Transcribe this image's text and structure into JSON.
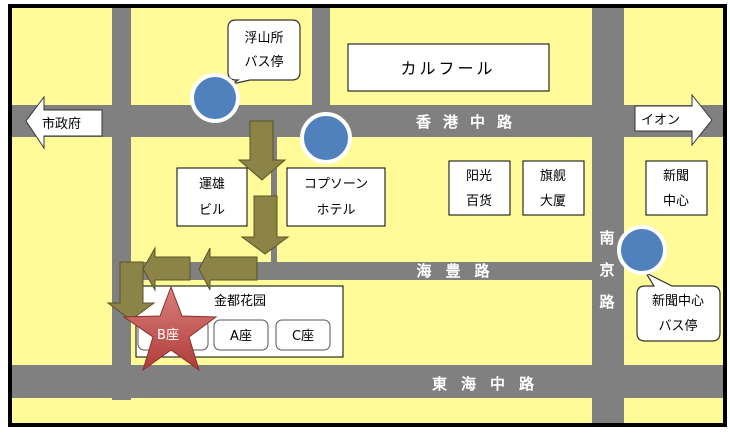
{
  "landmarks": {
    "carrefour": "カルフール",
    "city_hall": "市政府",
    "aeon": "イオン",
    "unyu_1": "運雄",
    "unyu_2": "ビル",
    "copthorne_1": "コプソーン",
    "copthorne_2": "ホテル",
    "yangguang_1": "阳光",
    "yangguang_2": "百货",
    "qijian_1": "旗舰",
    "qijian_2": "大厦",
    "news_center_1": "新聞",
    "news_center_2": "中心",
    "jindu_garden": "金都花园",
    "block_b": "B座",
    "block_a": "A座",
    "block_c": "C座"
  },
  "bus_stops": {
    "fushansuo_1": "浮山所",
    "fushansuo_2": "バス停",
    "news_1": "新聞中心",
    "news_2": "バス停"
  },
  "roads": {
    "xianggang": "香港中路",
    "haifeng": "海豊路",
    "donghai": "東海中路",
    "nanjing": [
      "南",
      "京",
      "路"
    ]
  },
  "colors": {
    "land": "#fffb99",
    "road": "#808080",
    "arrow": "#8c8446",
    "stop": "#4f81bd",
    "star": "#c0504d"
  }
}
